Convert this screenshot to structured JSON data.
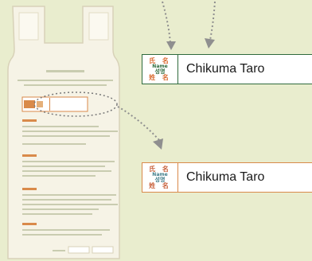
{
  "labels": [
    {
      "top": "氏 名",
      "mid_en": "Name",
      "mid_kr": "성명",
      "bottom": "姓 名",
      "value": "Chikuma Taro"
    },
    {
      "top": "氏 名",
      "mid_en": "Name",
      "mid_kr": "성명",
      "bottom": "姓 名",
      "value": "Chikuma Taro"
    }
  ],
  "colors": {
    "background": "#e9edce",
    "label_border_green": "#2f6b3d",
    "label_border_orange": "#d98a4a",
    "arrow": "#8f8f8f"
  }
}
